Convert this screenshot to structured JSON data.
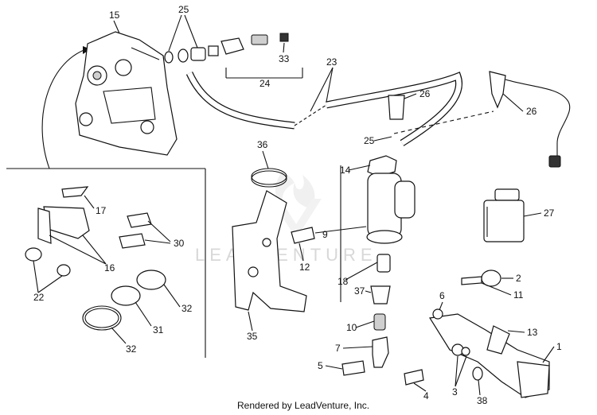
{
  "watermark": "LEADVENTURE",
  "footer": "Rendered by LeadVenture, Inc.",
  "callouts": [
    "15",
    "25",
    "33",
    "24",
    "23",
    "26",
    "26",
    "25",
    "14",
    "36",
    "27",
    "9",
    "12",
    "18",
    "37",
    "2",
    "11",
    "6",
    "10",
    "13",
    "7",
    "1",
    "5",
    "4",
    "3",
    "38",
    "35",
    "17",
    "30",
    "16",
    "22",
    "32",
    "31",
    "32"
  ]
}
